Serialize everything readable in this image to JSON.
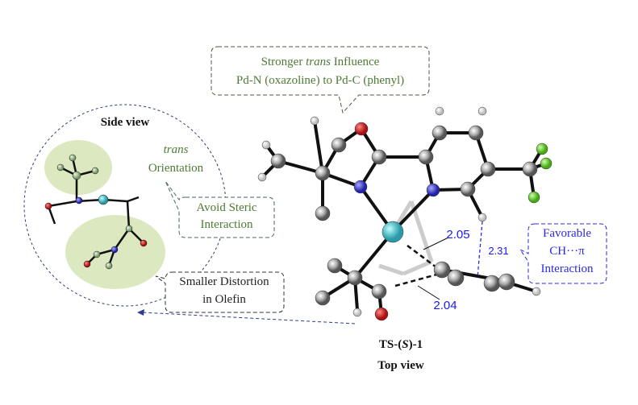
{
  "callouts": {
    "trans_influence": {
      "line1_pre": "Stronger ",
      "line1_italic": "trans",
      "line1_post": " Influence",
      "line2": "Pd-N (oxazoline) to Pd-C (phenyl)"
    },
    "avoid_steric": {
      "line1": "Avoid Steric",
      "line2": "Interaction"
    },
    "smaller_distortion": {
      "line1": "Smaller Distortion",
      "line2": "in Olefin"
    },
    "favorable": {
      "line1": "Favorable",
      "line2": "CH···π",
      "line3": "Interaction"
    }
  },
  "side_view": {
    "title": "Side view",
    "trans_italic": "trans",
    "orientation": "Orientation"
  },
  "distances": {
    "d1": "2.05",
    "d2": "2.04",
    "d3": "2.31"
  },
  "structure_label": {
    "pre": "TS-(",
    "italic": "S",
    "post": ")-1",
    "view": "Top view"
  },
  "colors": {
    "green_text": "#4e7a34",
    "blue_text": "#2a2ae6",
    "pd": "#4fc3cf",
    "nitrogen": "#3a3ad8",
    "oxygen": "#cc2020",
    "fluorine": "#66dd22",
    "highlight": "#dbe8c0"
  }
}
